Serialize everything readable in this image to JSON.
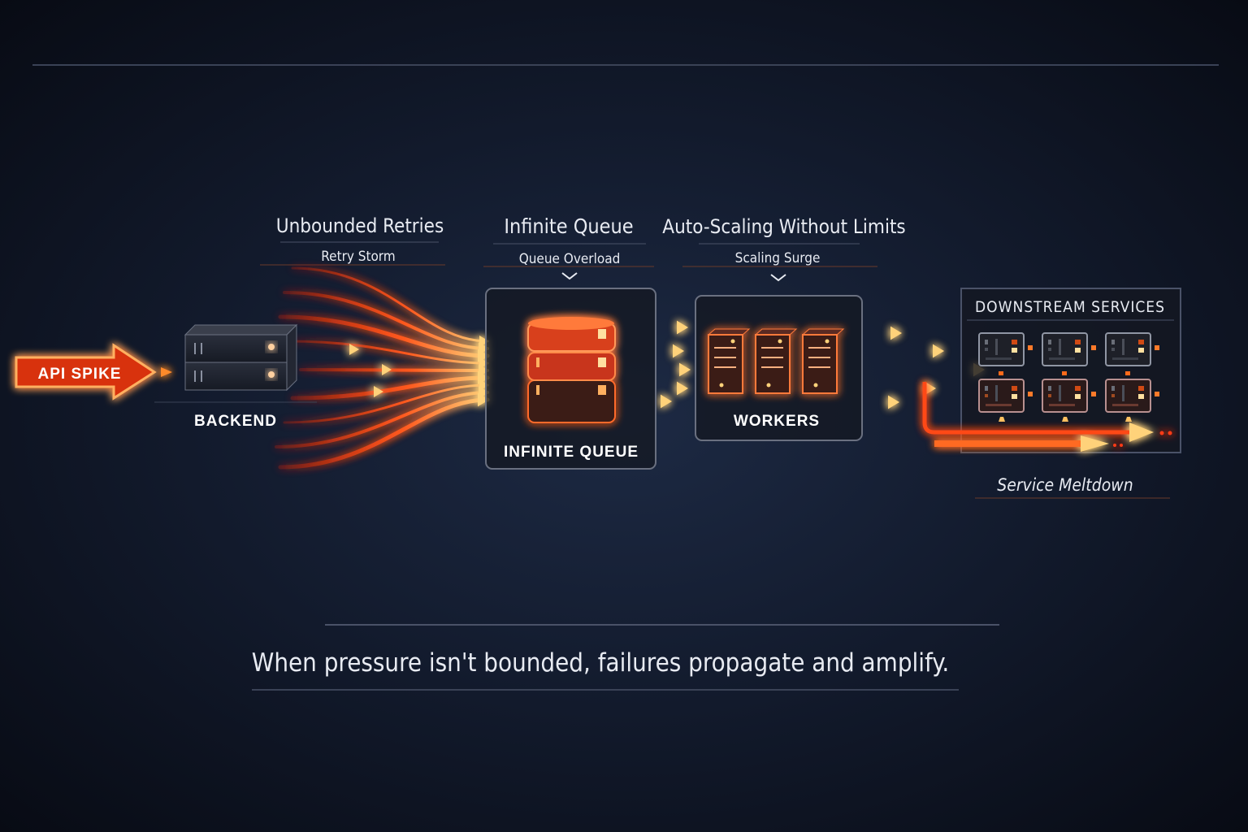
{
  "stages": {
    "retries": {
      "title": "Unbounded Retries",
      "subtitle": "Retry Storm"
    },
    "queue": {
      "title": "Infinite Queue",
      "subtitle": "Queue Overload",
      "label": "INFINITE QUEUE"
    },
    "scaling": {
      "title": "Auto-Scaling Without Limits",
      "subtitle": "Scaling Surge",
      "label": "WORKERS"
    }
  },
  "api_spike": "API SPIKE",
  "backend": "BACKEND",
  "downstream": {
    "title": "DOWNSTREAM SERVICES",
    "status": "Service Meltdown"
  },
  "caption": "When pressure isn't bounded, failures propagate and amplify.",
  "colors": {
    "accent": "#ff5a1f",
    "glow": "#ffb347",
    "text": "#e8ebf2",
    "frame": "#5b6478"
  }
}
